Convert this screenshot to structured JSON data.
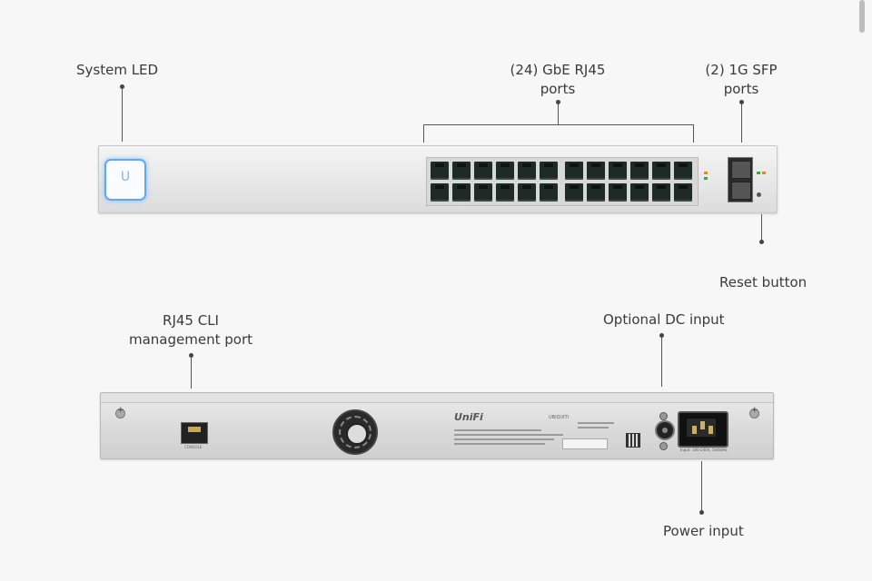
{
  "labels": {
    "system_led": "System LED",
    "rj45_ports_line1": "(24) GbE RJ45",
    "rj45_ports_line2": "ports",
    "sfp_ports_line1": "(2) 1G SFP",
    "sfp_ports_line2": "ports",
    "reset_button": "Reset button",
    "cli_line1": "RJ45 CLI",
    "cli_line2": "management port",
    "dc_input": "Optional DC input",
    "power_input": "Power input"
  },
  "device": {
    "logo_glyph": "U",
    "brand": "UniFi",
    "vendor": "UBIQUITI",
    "console_label": "CONSOLE",
    "power_rating": "Input: 100-240V, 50/60Hz",
    "port_count": 24,
    "sfp_count": 2
  },
  "colors": {
    "background": "#f7f7f7",
    "system_led_blue": "#5aa9ff",
    "led_orange": "#e08a1c",
    "led_green": "#3caa3c"
  }
}
